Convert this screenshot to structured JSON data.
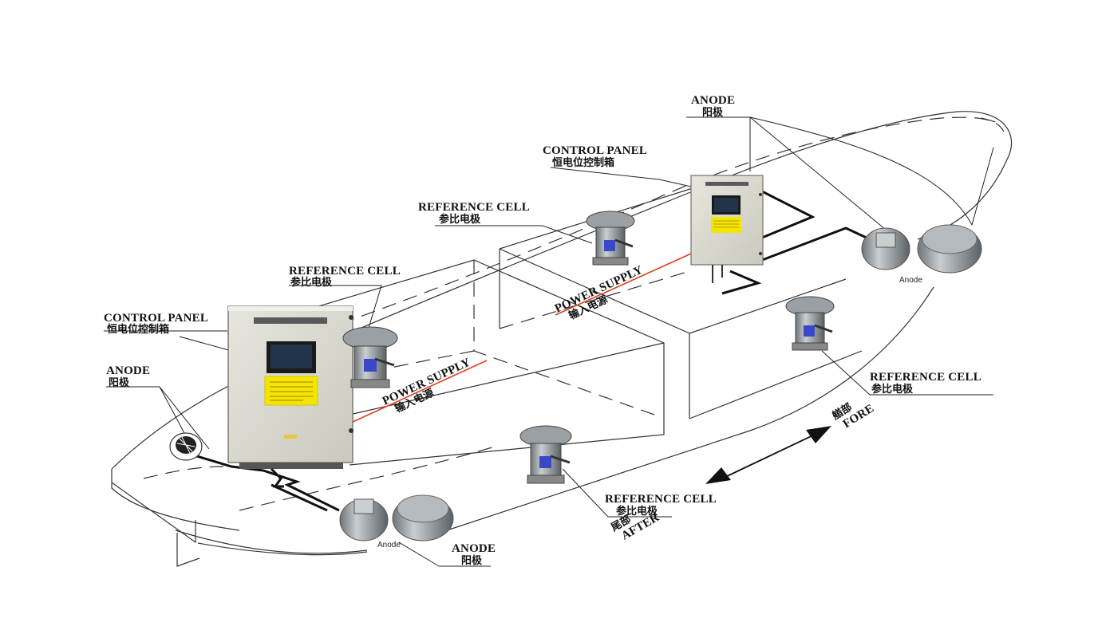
{
  "labels": {
    "control_panel_left": {
      "en": "CONTROL PANEL",
      "cn": "恒电位控制箱"
    },
    "control_panel_right": {
      "en": "CONTROL PANEL",
      "cn": "恒电位控制箱"
    },
    "anode_left": {
      "en": "ANODE",
      "cn": "阳极"
    },
    "anode_top": {
      "en": "ANODE",
      "cn": "阳极"
    },
    "anode_bottom": {
      "en": "ANODE",
      "cn": "阳极"
    },
    "reference_cell_1": {
      "en": "REFERENCE CELL",
      "cn": "参比电极"
    },
    "reference_cell_2": {
      "en": "REFERENCE CELL",
      "cn": "参比电极"
    },
    "reference_cell_3": {
      "en": "REFERENCE CELL",
      "cn": "参比电极"
    },
    "reference_cell_4": {
      "en": "REFERENCE CELL",
      "cn": "参比电极"
    },
    "power_supply_left": {
      "en": "POWER SUPPLY",
      "cn": "输入电源"
    },
    "power_supply_right": {
      "en": "POWER SUPPLY",
      "cn": "输入电源"
    },
    "anode_caption_right": "Anode",
    "anode_caption_bottom": "Anode",
    "fore": {
      "en": "FORE",
      "cn": "艏部"
    },
    "after": {
      "en": "AFTER",
      "cn": "尾部"
    }
  },
  "colors": {
    "power_line": "#e0401a",
    "panel_body": "#d9d9cf",
    "warning_label": "#f2e600",
    "screen": "#1e2a3a",
    "cable": "#111111"
  }
}
